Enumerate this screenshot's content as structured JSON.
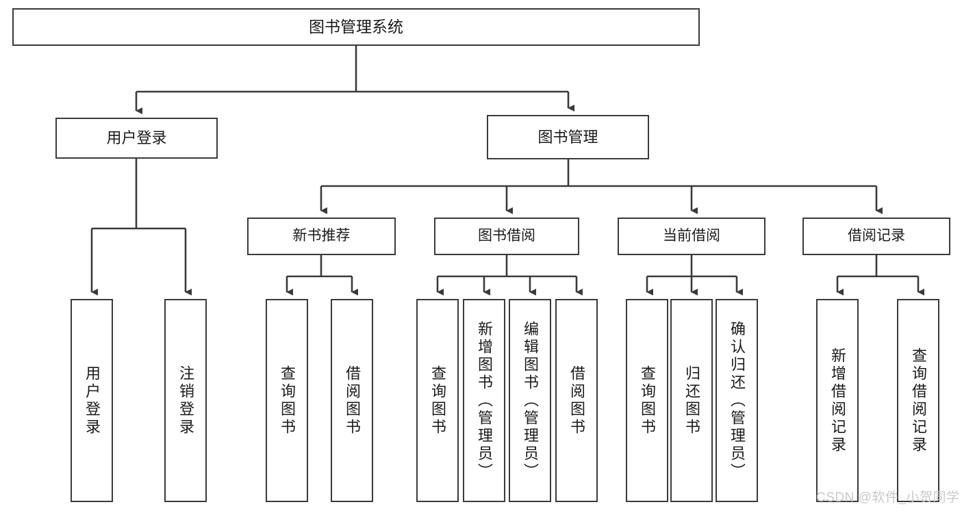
{
  "diagram": {
    "title": "图书管理系统",
    "type": "hierarchy-tree",
    "root": {
      "id": "root",
      "label": "图书管理系统"
    },
    "level1": [
      {
        "id": "user-login",
        "label": "用户登录"
      },
      {
        "id": "book-manage",
        "label": "图书管理"
      }
    ],
    "level2": [
      {
        "id": "new-book-recommend",
        "label": "新书推荐"
      },
      {
        "id": "book-borrow",
        "label": "图书借阅"
      },
      {
        "id": "current-borrow",
        "label": "当前借阅"
      },
      {
        "id": "borrow-record",
        "label": "借阅记录"
      }
    ],
    "leaves": {
      "user_login": [
        {
          "id": "leaf-user-login",
          "label": "用户登录"
        },
        {
          "id": "leaf-logout-login",
          "label": "注销登录"
        }
      ],
      "new_book_recommend": [
        {
          "id": "leaf-query-book-1",
          "label": "查询图书"
        },
        {
          "id": "leaf-borrow-book-1",
          "label": "借阅图书"
        }
      ],
      "book_borrow": [
        {
          "id": "leaf-query-book-2",
          "label": "查询图书"
        },
        {
          "id": "leaf-add-book",
          "label": "新增图书（管理员）"
        },
        {
          "id": "leaf-edit-book",
          "label": "编辑图书（管理员）"
        },
        {
          "id": "leaf-borrow-book-2",
          "label": "借阅图书"
        }
      ],
      "current_borrow": [
        {
          "id": "leaf-query-book-3",
          "label": "查询图书"
        },
        {
          "id": "leaf-return-book",
          "label": "归还图书"
        },
        {
          "id": "leaf-confirm-return",
          "label": "确认归还（管理员）"
        }
      ],
      "borrow_record": [
        {
          "id": "leaf-add-record",
          "label": "新增借阅记录"
        },
        {
          "id": "leaf-query-record",
          "label": "查询借阅记录"
        }
      ]
    },
    "colors": {
      "border": "#3a3a3a",
      "text": "#1a1a1a",
      "background": "#ffffff",
      "link": "#3a3a3a",
      "watermark": "#c9c9c9"
    }
  },
  "watermark": {
    "text": "CSDN @软件_小贺同学"
  }
}
